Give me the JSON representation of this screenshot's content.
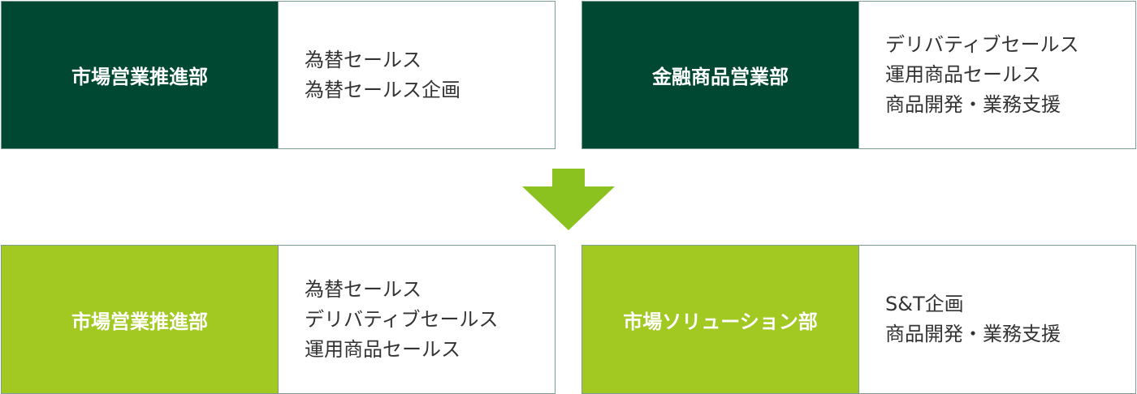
{
  "before": [
    {
      "title": "市場営業推進部",
      "items": [
        "為替セールス",
        "為替セールス企画"
      ]
    },
    {
      "title": "金融商品営業部",
      "items": [
        "デリバティブセールス",
        "運用商品セールス",
        "商品開発・業務支援"
      ]
    }
  ],
  "after": [
    {
      "title": "市場営業推進部",
      "items": [
        "為替セールス",
        "デリバティブセールス",
        "運用商品セールス"
      ]
    },
    {
      "title": "市場ソリューション部",
      "items": [
        "S&T企画",
        "商品開発・業務支援"
      ]
    }
  ],
  "colors": {
    "before_header": "#004832",
    "after_header": "#a2c922",
    "arrow": "#8cc21f",
    "border": "#7a9e93"
  },
  "icons": {
    "arrow": "arrow-down-icon"
  }
}
